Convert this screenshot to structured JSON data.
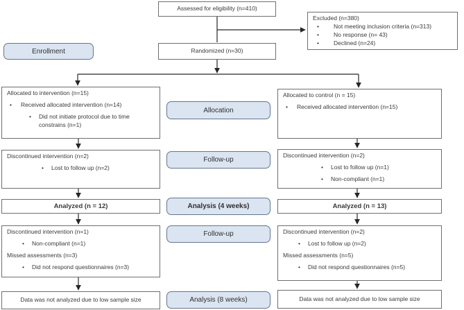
{
  "diagram": {
    "assessed": "Assessed for eligibility (n=410)",
    "excluded": {
      "title": "Excluded (n=380)",
      "bullets": [
        "Not meeting inclusion criteria (n=313)",
        "No response (n= 43)",
        "Declined (n=24)"
      ]
    },
    "randomized": "Randomized (n=30)",
    "badges": {
      "enrollment": "Enrollment",
      "allocation": "Allocation",
      "followup_1": "Follow-up",
      "analysis_4w": "Analysis (4 weeks)",
      "followup_2": "Follow-up",
      "analysis_8w": "Analysis (8 weeks)"
    },
    "intervention": {
      "allocated": {
        "title": "Allocated to intervention (n=15)",
        "bullet_1": "Received allocated intervention (n=14)",
        "bullet_2": "Did not initiate protocol due to time constrains (n=1)"
      },
      "discontinued_4w": {
        "title": "Discontinued intervention (n=2)",
        "bullet_1": "Lost to follow up (n=2)"
      },
      "analyzed": "Analyzed (n = 12)",
      "discontinued_8w": {
        "line_1": "Discontinued intervention (n=1)",
        "bullet_1": "Non-compliant (n=1)",
        "line_2": "Missed assessments (n=3)",
        "bullet_2": "Did not respond questionnaires (n=3)"
      },
      "not_analyzed": "Data was not analyzed due to low sample size"
    },
    "control": {
      "allocated": {
        "title": "Allocated to control (n = 15)",
        "bullet_1": "Received allocated intervention (n=15)"
      },
      "discontinued_4w": {
        "title": "Discontinued intervention (n=2)",
        "bullet_1": "Lost to follow up (n=1)",
        "bullet_2": "Non-compliant (n=1)"
      },
      "analyzed": "Analyzed (n = 13)",
      "discontinued_8w": {
        "line_1": "Discontinued intervention (n=2)",
        "bullet_1": "Lost to follow up (n=2)",
        "line_2": "Missed assessments (n=5)",
        "bullet_2": "Did not respond questionnaires (n=5)"
      },
      "not_analyzed": "Data was not analyzed due to low sample size"
    },
    "colors": {
      "badge_fill": "#dbe5f1",
      "badge_border": "#64748f",
      "box_border": "#6e6e6e",
      "text": "#3a3a3a",
      "arrow": "#262626"
    }
  }
}
